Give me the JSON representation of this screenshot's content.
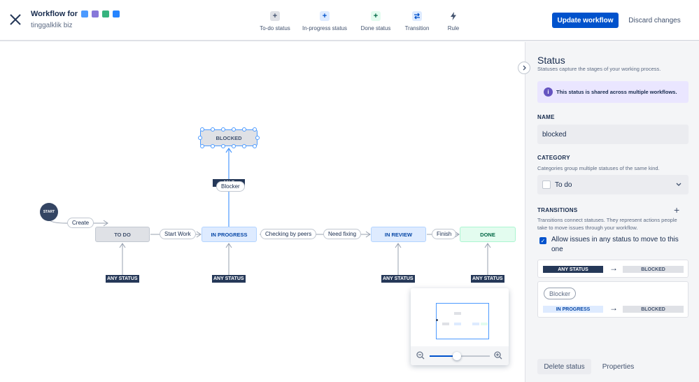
{
  "header": {
    "title": "Workflow for",
    "subtitle": "tinggalklik biz",
    "project_icons": [
      {
        "name": "document-icon",
        "color": "#4C9AFF"
      },
      {
        "name": "lightbulb-icon",
        "color": "#8777D9"
      },
      {
        "name": "bookmark-icon",
        "color": "#36B37E"
      },
      {
        "name": "checkbox-icon",
        "color": "#2684FF"
      }
    ],
    "tools": [
      {
        "label": "To-do status",
        "icon": "+",
        "color": "#42526E",
        "bg": "#DFE1E6"
      },
      {
        "label": "In-progress status",
        "icon": "+",
        "color": "#0052CC",
        "bg": "#DEEBFF"
      },
      {
        "label": "Done status",
        "icon": "+",
        "color": "#006644",
        "bg": "#E3FCEF"
      },
      {
        "label": "Transition",
        "icon": "transition-icon",
        "color": "#0052CC",
        "bg": "#DEEBFF"
      },
      {
        "label": "Rule",
        "icon": "lightning-icon",
        "color": "#42526E",
        "bg": "transparent"
      }
    ],
    "update_label": "Update workflow",
    "discard_label": "Discard changes"
  },
  "canvas": {
    "start_label": "START",
    "statuses": {
      "blocked": "BLOCKED",
      "todo": "TO DO",
      "in_progress": "IN PROGRESS",
      "in_review": "IN REVIEW",
      "done": "DONE"
    },
    "transitions": {
      "create": "Create",
      "start_work": "Start Work",
      "checking_by_peers": "Checking by peers",
      "need_fixing": "Need fixing",
      "finish": "Finish",
      "blocker": "Blocker"
    },
    "any_status": "ANY STATUS",
    "any_status_partial": "AN          S"
  },
  "minimap": {
    "zoom_level": 0.45
  },
  "sidebar": {
    "title": "Status",
    "subtitle": "Statuses capture the stages of your working process.",
    "info_text": "This status is shared across multiple workflows.",
    "name_label": "NAME",
    "name_value": "blocked",
    "category_label": "CATEGORY",
    "category_desc": "Categories group multiple statuses of the same kind.",
    "category_value": "To do",
    "transitions_label": "TRANSITIONS",
    "transitions_desc": "Transitions connect statuses. They represent actions people take to move issues through your workflow.",
    "allow_any_label": "Allow issues in any status to move to this one",
    "allow_any_checked": true,
    "card1": {
      "from": "ANY STATUS",
      "to": "BLOCKED"
    },
    "card2": {
      "name": "Blocker",
      "from": "IN PROGRESS",
      "to": "BLOCKED"
    },
    "delete_label": "Delete status",
    "properties_label": "Properties"
  }
}
